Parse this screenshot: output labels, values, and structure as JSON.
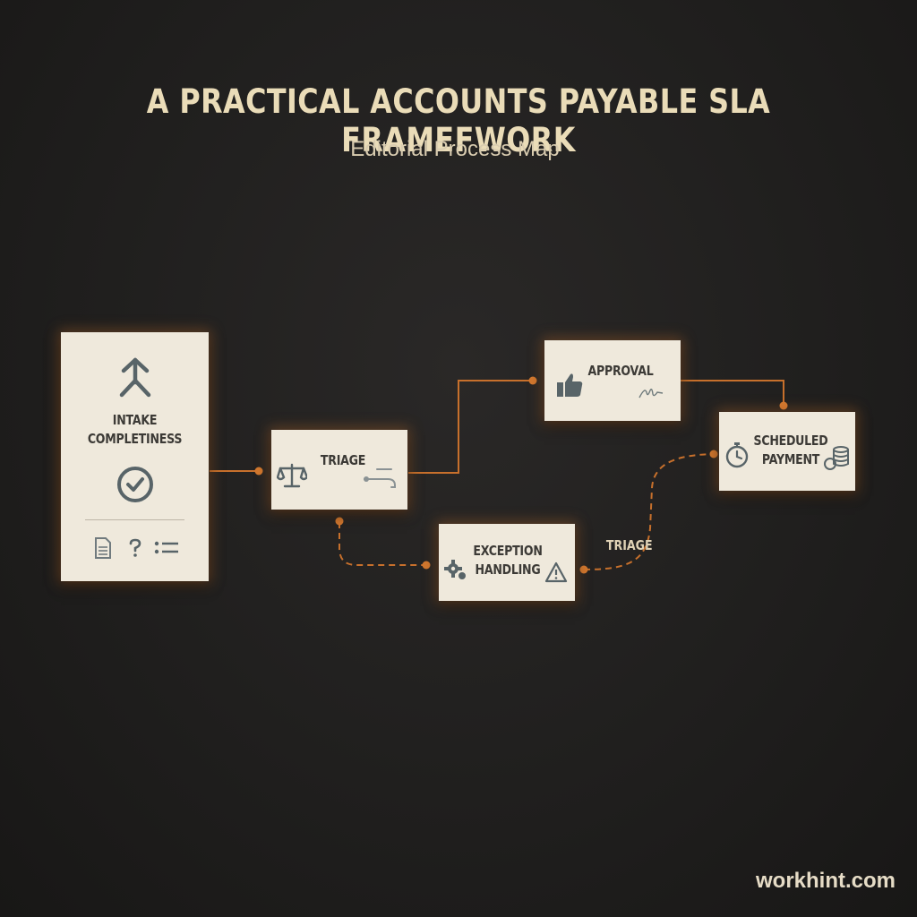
{
  "title": "A PRACTICAL ACCOUNTS PAYABLE SLA FRAMEFWORK",
  "subtitle": "Editorial Process Map",
  "nodes": {
    "intake": {
      "label_line1": "INTAKE",
      "label_line2": "COMPLETINESS",
      "icons": [
        "merge-arrows-icon",
        "check-circle-icon",
        "document-icon",
        "question-icon",
        "list-icon"
      ]
    },
    "triage": {
      "label": "TRIAGE",
      "icons": [
        "scales-icon",
        "routing-icon"
      ]
    },
    "approval": {
      "label": "APPROVAL",
      "icons": [
        "thumbs-up-icon",
        "signature-icon"
      ]
    },
    "exception": {
      "label_line1": "EXCEPTION",
      "label_line2": "HANDLING",
      "icons": [
        "gear-icon",
        "warning-icon"
      ]
    },
    "payment": {
      "label_line1": "SCHEDULED",
      "label_line2": "PAYMENT",
      "icons": [
        "stopwatch-icon",
        "coins-icon"
      ]
    }
  },
  "edges": {
    "exception_to_payment_label": "TRIAGE"
  },
  "colors": {
    "background": "#201f1e",
    "card": "#efe9dc",
    "connector": "#d2782f",
    "icon": "#5a6468",
    "title": "#eadcb8"
  },
  "watermark": "workhint.com"
}
